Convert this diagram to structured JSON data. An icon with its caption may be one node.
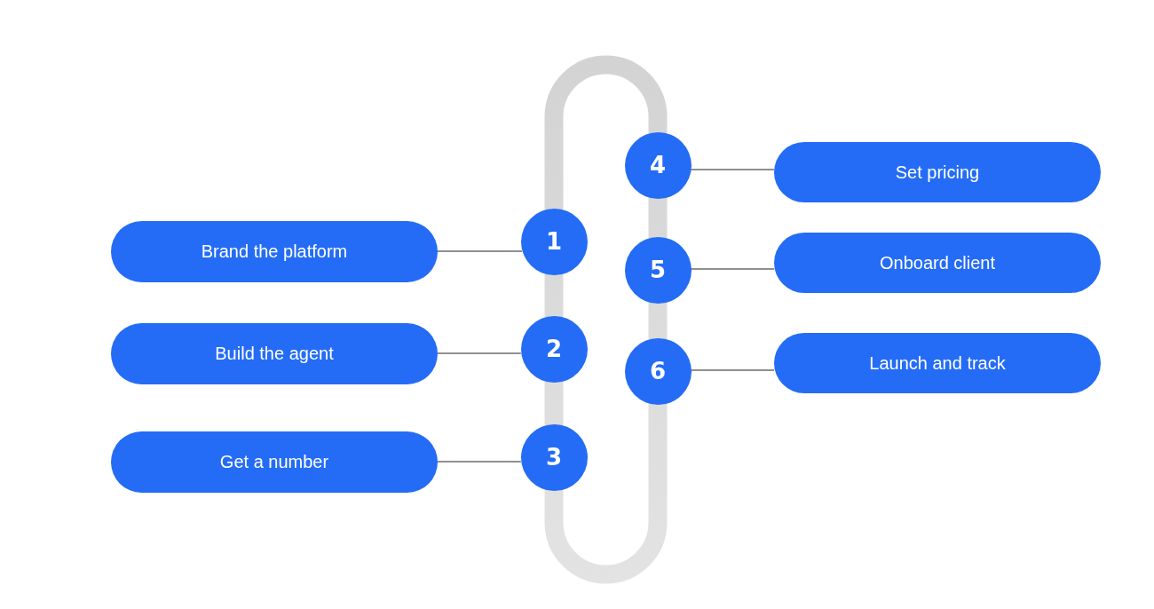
{
  "diagram": {
    "nodes": [
      {
        "text": [
          "1"
        ]
      },
      {
        "text": [
          "Brand the platform"
        ]
      },
      {
        "text": [
          "2"
        ]
      },
      {
        "text": [
          "Build the agent"
        ]
      },
      {
        "text": [
          "3"
        ]
      },
      {
        "text": [
          "Get a number"
        ]
      },
      {
        "text": [
          "4"
        ]
      },
      {
        "text": [
          "Set pricing"
        ]
      },
      {
        "text": [
          "5"
        ]
      },
      {
        "text": [
          "Onboard client"
        ]
      },
      {
        "text": [
          "6"
        ]
      },
      {
        "text": [
          "Launch and track"
        ]
      }
    ],
    "edges": [
      {
        "from": 1,
        "to": 0,
        "arrow": "none"
      },
      {
        "from": 3,
        "to": 2,
        "arrow": "none"
      },
      {
        "from": 5,
        "to": 4,
        "arrow": "none"
      },
      {
        "from": 6,
        "to": 7,
        "arrow": "none"
      },
      {
        "from": 8,
        "to": 9,
        "arrow": "none"
      },
      {
        "from": 10,
        "to": 11,
        "arrow": "none"
      }
    ]
  }
}
